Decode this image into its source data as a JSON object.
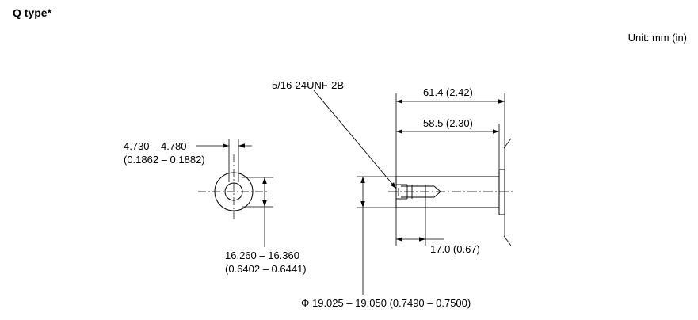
{
  "title": "Q type*",
  "unit": "Unit: mm (in)",
  "labels": {
    "thread": "5/16-24UNF-2B",
    "overall_length": "61.4 (2.42)",
    "body_length": "58.5 (2.30)",
    "thread_depth": "17.0 (0.67)",
    "hole_dia_mm": "4.730 – 4.780",
    "hole_dia_in": "(0.1862 – 0.1882)",
    "end_dia_mm": "16.260 – 16.360",
    "end_dia_in": "(0.6402 – 0.6441)",
    "shaft_dia": "Φ 19.025 – 19.050 (0.7490 – 0.7500)"
  }
}
